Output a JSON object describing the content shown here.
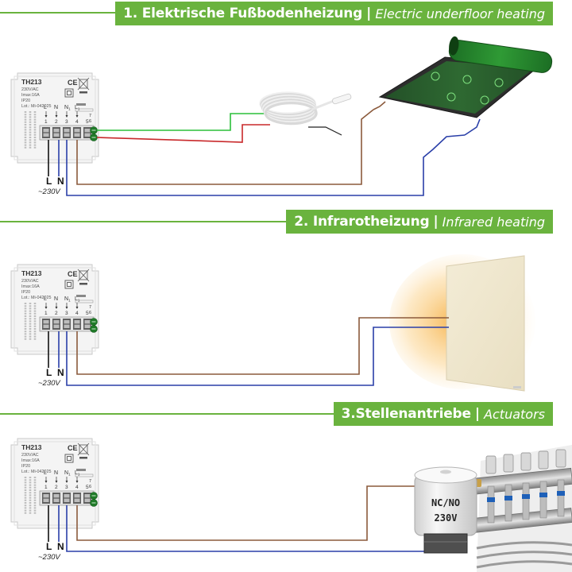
{
  "sections": [
    {
      "title_de": "1. Elektrische Fußbodenheizung",
      "separator": "|",
      "title_en": "Electric underfloor heating"
    },
    {
      "title_de": "2. Infrarotheizung",
      "separator": "|",
      "title_en": "Infrared heating"
    },
    {
      "title_de": "3.Stellenantriebe",
      "separator": "|",
      "title_en": "Actuators"
    }
  ],
  "thermostat": {
    "model": "TH213",
    "specs": [
      "230V/AC",
      "Imax:16A",
      "IP20",
      "Lot.: Mi-042025"
    ],
    "terminals": [
      {
        "name": "L",
        "number": "1"
      },
      {
        "name": "N",
        "number": "2"
      },
      {
        "name": "N1",
        "number": "3"
      },
      {
        "name": "L1",
        "number": "4"
      },
      {
        "name": "",
        "number": "5"
      }
    ],
    "sensor_terminals": [
      "7",
      "6"
    ]
  },
  "supply": {
    "line_label": "L",
    "neutral_label": "N",
    "voltage": "~230V"
  },
  "actuator": {
    "line1": "NC/NO",
    "line2": "230V"
  },
  "colors": {
    "accent": "#6ab33e",
    "wire_brown": "#8b5a3c",
    "wire_blue": "#2a3fa8",
    "wire_green": "#2bbf3a",
    "wire_red": "#c8282a",
    "heating_film": "#1f7a28"
  }
}
